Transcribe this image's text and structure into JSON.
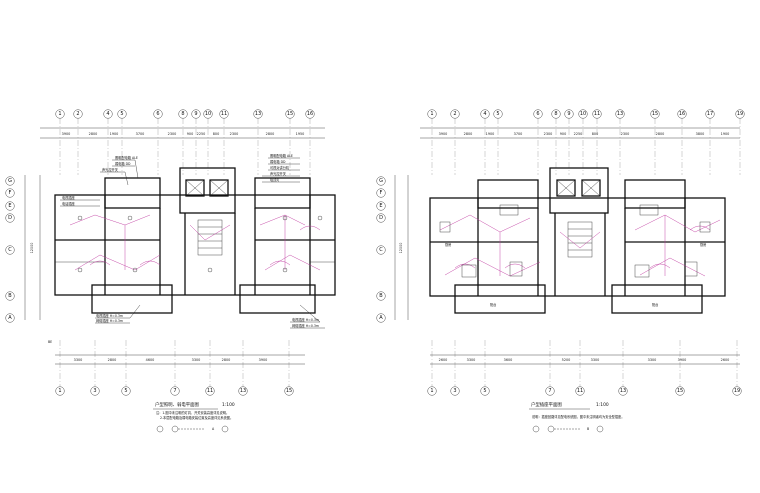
{
  "left_plan": {
    "top_axes": [
      "1",
      "2",
      "4",
      "5",
      "6",
      "8",
      "9",
      "10",
      "11",
      "13",
      "15",
      "16"
    ],
    "bottom_axes": [
      "1",
      "3",
      "5",
      "7",
      "11",
      "13",
      "15"
    ],
    "side_axes": [
      "G",
      "F",
      "E",
      "D",
      "C",
      "B",
      "A"
    ],
    "title": "户型照明、弱电平面图",
    "scale": "1:100",
    "note1": "注：1.图中未注明的灯具、开关安装高度详见说明。",
    "note2": "2.本层配电箱及弱电箱安装位置及高度详见系统图。",
    "unit_tag": "A"
  },
  "right_plan": {
    "top_axes": [
      "1",
      "2",
      "4",
      "5",
      "6",
      "8",
      "9",
      "10",
      "11",
      "13",
      "15",
      "16",
      "17",
      "19"
    ],
    "bottom_axes": [
      "1",
      "3",
      "5",
      "7",
      "11",
      "13",
      "15",
      "19"
    ],
    "side_axes": [
      "G",
      "F",
      "E",
      "D",
      "C",
      "B",
      "A"
    ],
    "title": "户型插座平面图",
    "scale": "1:100",
    "note1": "说明：插座回路详见配电系统图，图中未注明者均为安全型插座。",
    "unit_tag": "B"
  },
  "colors": {
    "line": "#111111",
    "accent": "#c0399f"
  }
}
